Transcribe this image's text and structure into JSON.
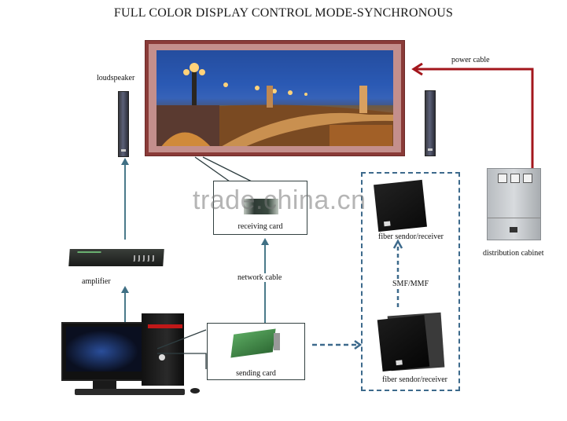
{
  "title": "FULL COLOR DISPLAY CONTROL MODE-SYNCHRONOUS",
  "watermark": "trade.china.cn",
  "labels": {
    "loudspeaker": "loudspeaker",
    "power_cable": "power cable",
    "receiving_card": "receiving card",
    "fiber_top": "fiber sendor/receiver",
    "distribution_cabinet": "distribution cabinet",
    "amplifier": "amplifier",
    "network_cable": "network cable",
    "smf_mmf": "SMF/MMF",
    "sending_card": "sending card",
    "fiber_bottom": "fiber sendor/receiver"
  },
  "colors": {
    "power_cable": "#a3161c",
    "signal_arrow": "#3f6f84",
    "dashed_box": "#3d6a8c",
    "display_frame": "#8a3b38"
  }
}
